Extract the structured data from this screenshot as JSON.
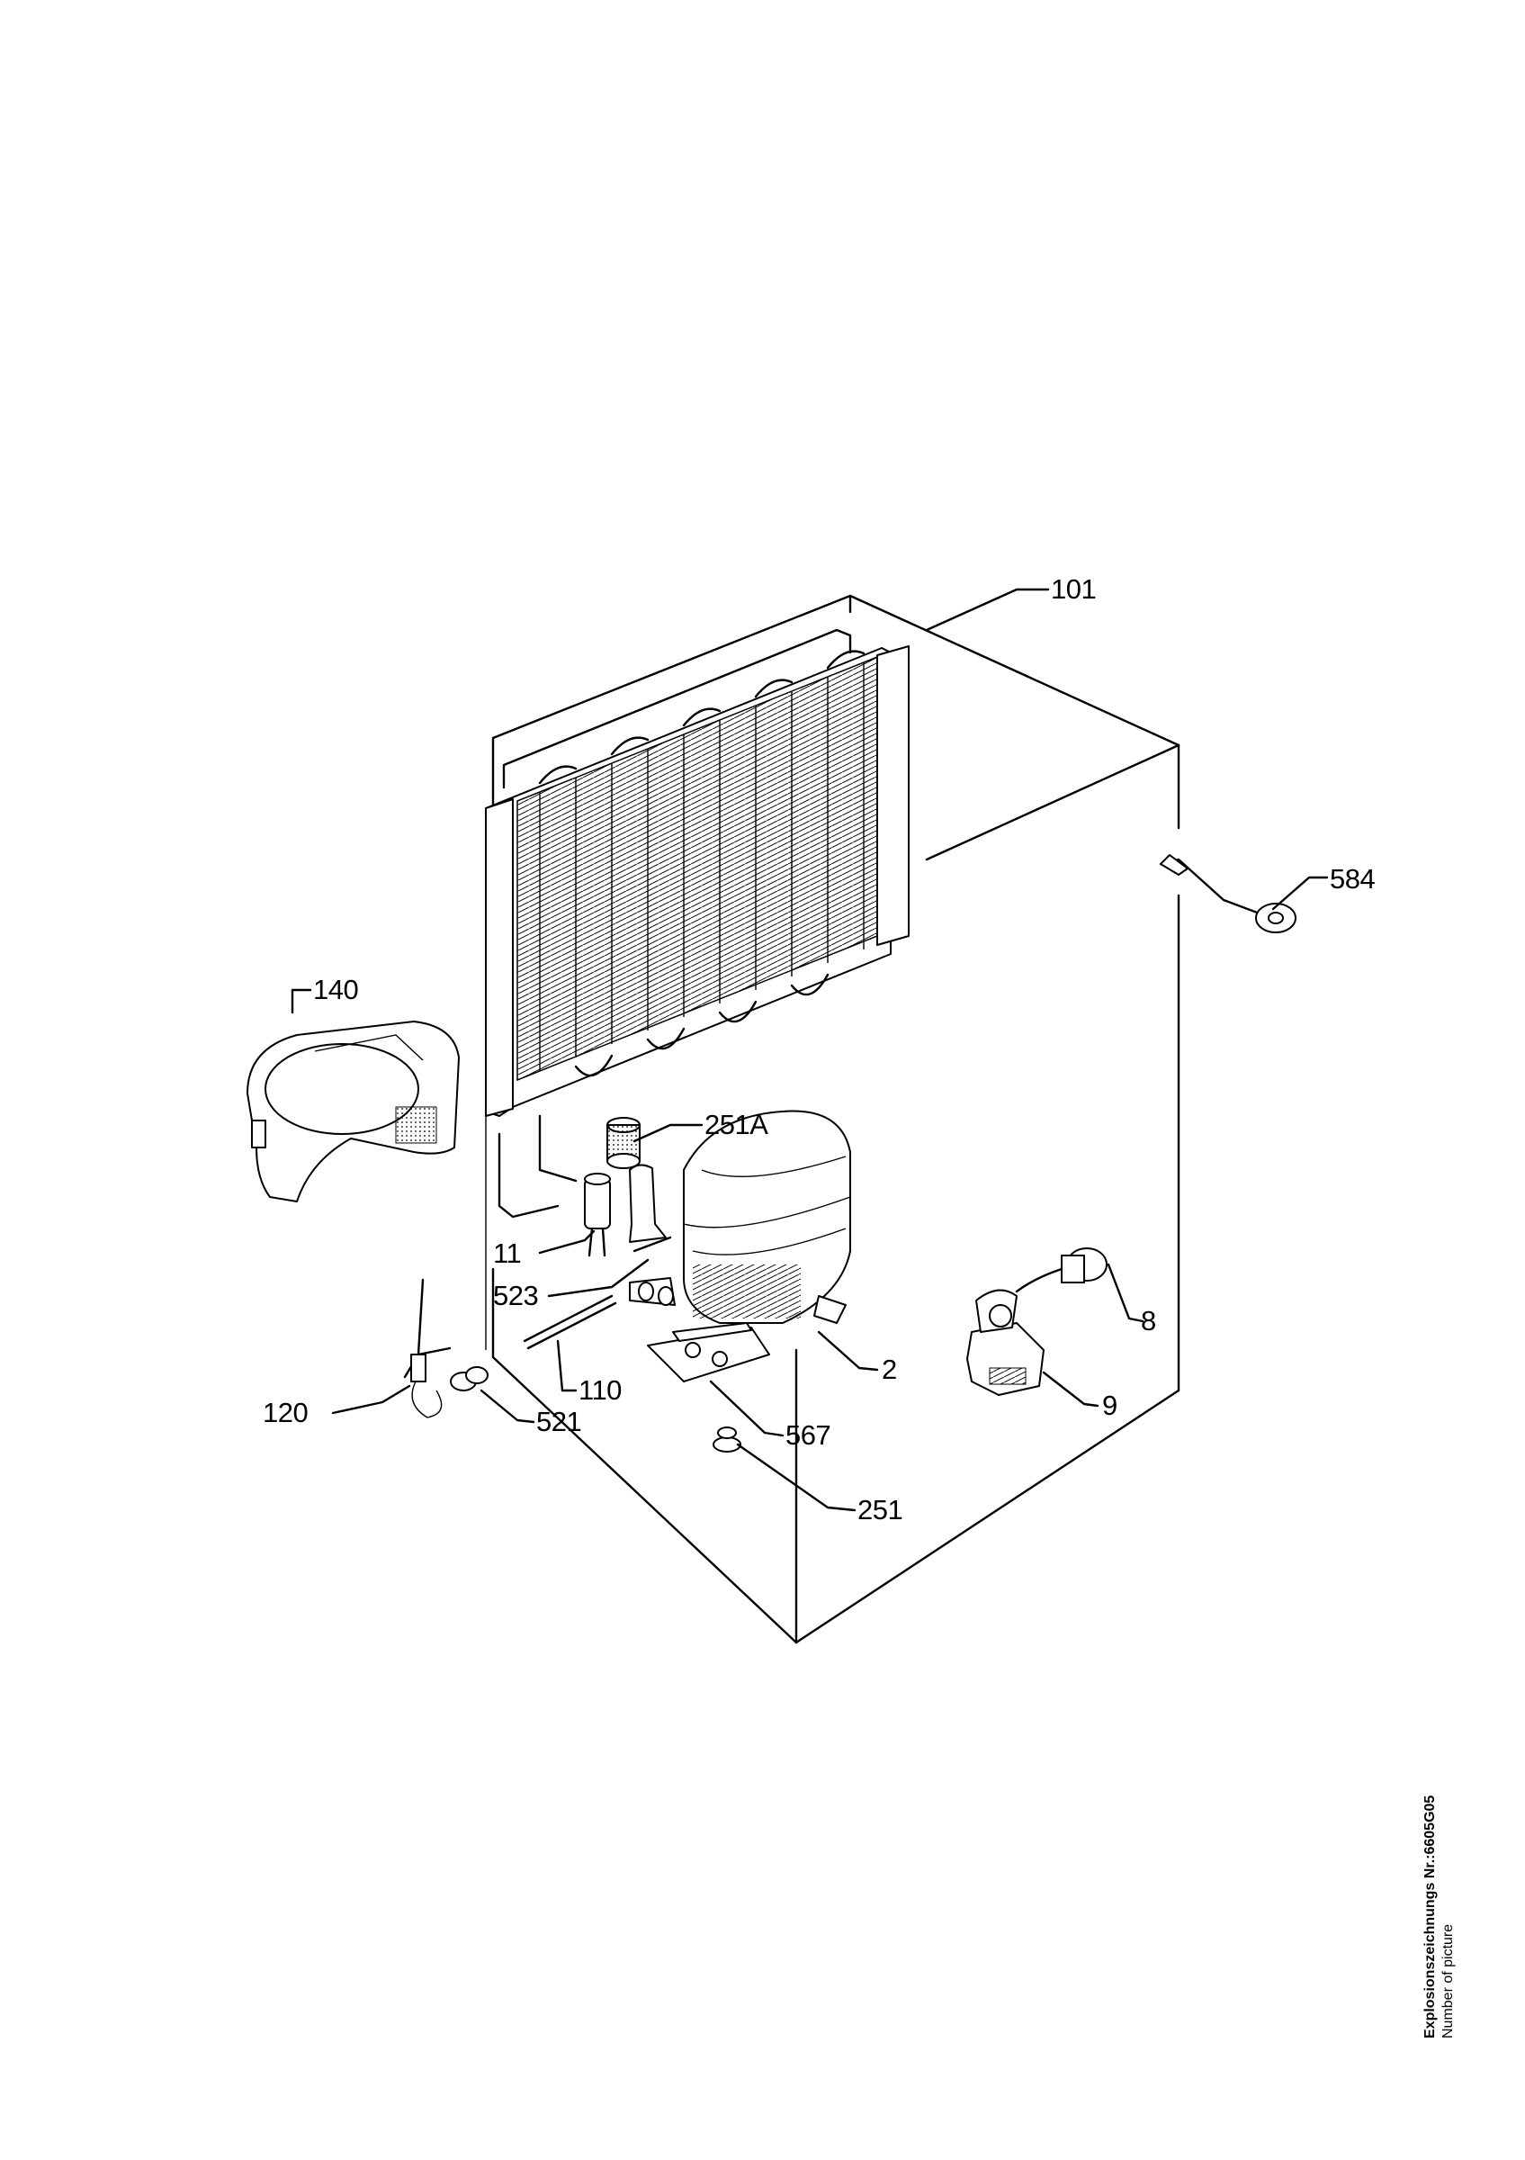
{
  "diagram": {
    "part_labels": {
      "p101": "101",
      "p584": "584",
      "p140": "140",
      "p251A": "251A",
      "p11": "11",
      "p523": "523",
      "p8": "8",
      "p2": "2",
      "p110": "110",
      "p9": "9",
      "p120": "120",
      "p521": "521",
      "p567": "567",
      "p251": "251"
    }
  },
  "caption": {
    "title": "Explosionszeichnungs Nr.:6605G05",
    "subtitle": "Number of picture"
  }
}
